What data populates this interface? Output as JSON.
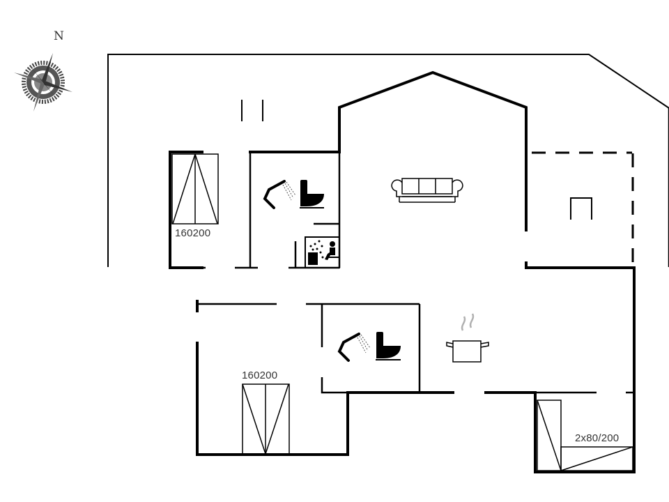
{
  "compass": {
    "north_label": "N"
  },
  "rooms": {
    "bedroom_1": {
      "bed_label": "160200",
      "icon": "double-bed-icon"
    },
    "bathroom_1": {
      "icons": [
        "shower-icon",
        "toilet-icon",
        "sauna-icon"
      ]
    },
    "living_room": {
      "icon": "sofa-icon"
    },
    "annex": {
      "icon": "fireplace-icon"
    },
    "bedroom_2": {
      "bed_label": "160200",
      "icon": "double-bed-icon"
    },
    "bathroom_2": {
      "icons": [
        "shower-icon",
        "toilet-icon"
      ]
    },
    "kitchen": {
      "icon": "cooking-pot-icon"
    },
    "bedroom_3": {
      "bed_label": "2x80/200",
      "icon": "twin-beds-icon"
    }
  },
  "colors": {
    "wall": "#000000",
    "background": "#ffffff",
    "label": "#333333",
    "steam": "#b0b0b0"
  }
}
